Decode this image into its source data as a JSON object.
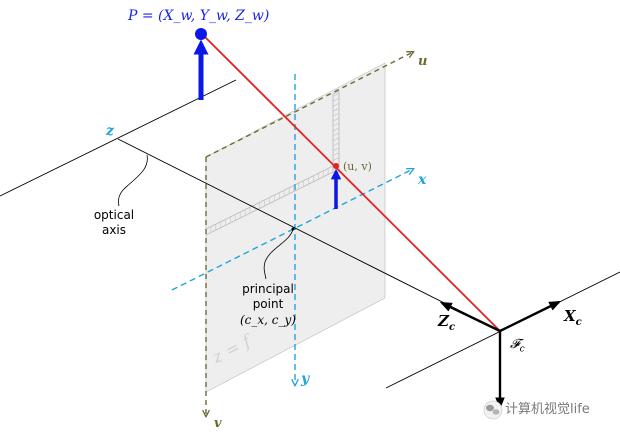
{
  "point_label": "P = (X_w, Y_w, Z_w)",
  "image_point_label": "(u, v)",
  "axes": {
    "u": "u",
    "v": "v",
    "x": "x",
    "y": "y",
    "z": "z",
    "Xc": "X",
    "Xc_sub": "c",
    "Zc": "Z",
    "Zc_sub": "c"
  },
  "frame_label": "𝓕",
  "frame_sub": "c",
  "optical_axis": {
    "line1": "optical",
    "line2": "axis"
  },
  "principal_point": {
    "line1": "principal",
    "line2": "point",
    "line3": "(c_x, c_y)"
  },
  "focal_plane_label": "z = f",
  "watermark": "计算机视觉life",
  "colors": {
    "ray": "#e32222",
    "arrow_blue": "#0b17e6",
    "axis_cyan": "#1fa5dc",
    "axis_olive": "#6b6b31",
    "plane_fill": "#eeeeee",
    "label_blue": "#1a24e6"
  }
}
